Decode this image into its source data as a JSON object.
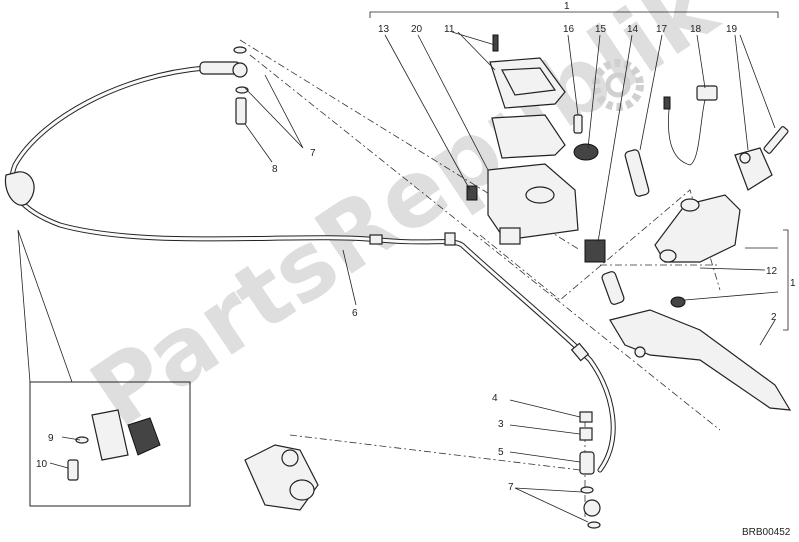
{
  "diagram": {
    "code": "BRB00452",
    "watermark": "PartsRepublik",
    "callouts": [
      "1",
      "2",
      "3",
      "4",
      "5",
      "6",
      "7",
      "8",
      "9",
      "10",
      "11",
      "12",
      "13",
      "14",
      "15",
      "16",
      "17",
      "18",
      "19",
      "20"
    ]
  }
}
